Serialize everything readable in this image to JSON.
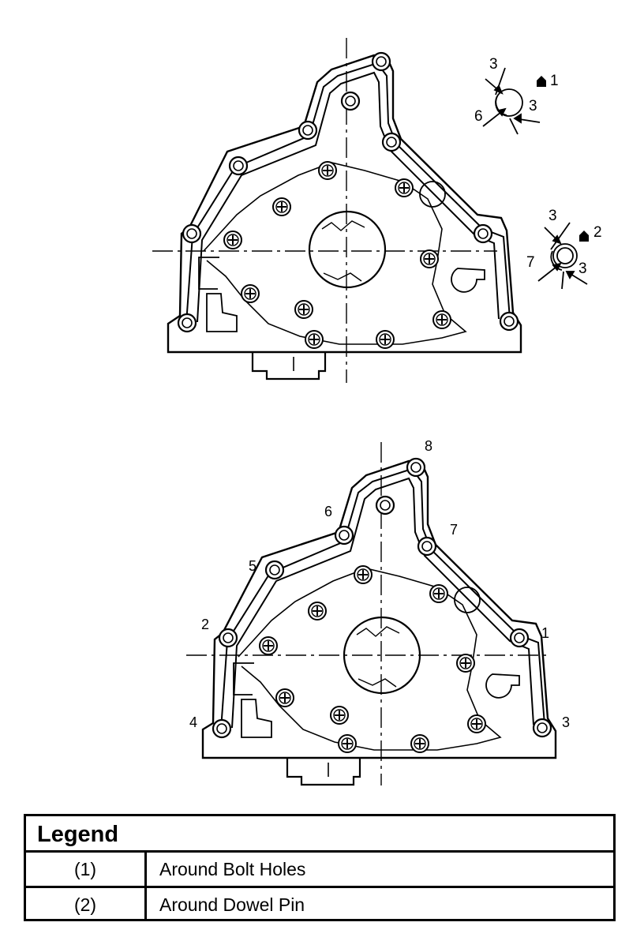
{
  "top_detail_1": {
    "n_a": "3",
    "n_b": "3",
    "n_c": "6",
    "ref": "1"
  },
  "top_detail_2": {
    "n_a": "3",
    "n_b": "3",
    "n_c": "7",
    "ref": "2"
  },
  "sequence_labels": [
    "1",
    "2",
    "3",
    "4",
    "5",
    "6",
    "7",
    "8"
  ],
  "legend": {
    "title": "Legend",
    "rows": [
      {
        "key": "(1)",
        "value": "Around Bolt Holes"
      },
      {
        "key": "(2)",
        "value": "Around Dowel Pin"
      }
    ]
  }
}
